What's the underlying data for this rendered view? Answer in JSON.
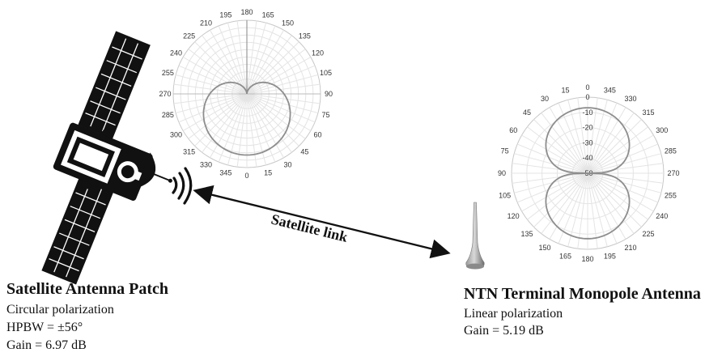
{
  "satellite": {
    "title": "Satellite Antenna Patch",
    "lines": [
      "Circular polarization",
      "HPBW = ±56°",
      "Gain = 6.97 dB"
    ],
    "pattern_angle_labels": [
      "180",
      "165",
      "150",
      "135",
      "120",
      "105",
      "90",
      "75",
      "60",
      "45",
      "30",
      "15",
      "0",
      "345",
      "330",
      "315",
      "300",
      "285",
      "270",
      "255",
      "240",
      "225",
      "210",
      "195"
    ]
  },
  "terminal": {
    "title": "NTN Terminal Monopole Antenna",
    "lines": [
      "Linear polarization",
      "Gain = 5.19 dB"
    ],
    "pattern_angle_labels": [
      "0",
      "345",
      "330",
      "315",
      "300",
      "285",
      "270",
      "255",
      "240",
      "225",
      "210",
      "195",
      "180",
      "165",
      "150",
      "135",
      "120",
      "105",
      "90",
      "75",
      "60",
      "45",
      "30",
      "15"
    ],
    "pattern_radial_labels": [
      "0",
      "-10",
      "-20",
      "-30",
      "-40",
      "-50"
    ]
  },
  "link": {
    "label": "Satellite link"
  }
}
